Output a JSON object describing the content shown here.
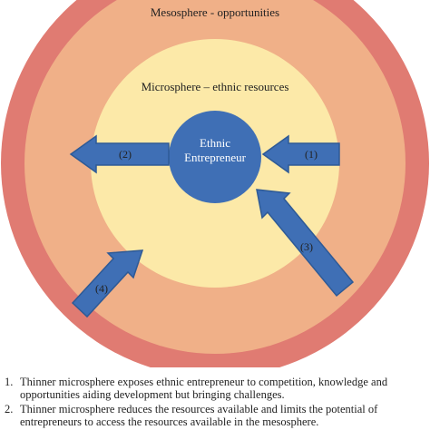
{
  "diagram": {
    "mesosphere_label": "Mesosphere - opportunities",
    "microsphere_label": "Microsphere – ethnic resources",
    "core_line1": "Ethnic",
    "core_line2": "Entrepreneur",
    "colors": {
      "outer_ring": "#e07b72",
      "mesosphere": "#f0b088",
      "microsphere": "#fce9a8",
      "core": "#3f6fb5",
      "arrow": "#3f6fb5",
      "arrow_stroke": "#2e5a96"
    },
    "arrows": [
      {
        "label": "(1)",
        "direction": "left"
      },
      {
        "label": "(2)",
        "direction": "left"
      },
      {
        "label": "(3)",
        "direction": "up-left"
      },
      {
        "label": "(4)",
        "direction": "up-right"
      }
    ]
  },
  "notes": [
    {
      "num": "1.",
      "text": "Thinner microsphere exposes ethnic entrepreneur to competition, knowledge and opportunities aiding development but bringing challenges."
    },
    {
      "num": "2.",
      "text": "Thinner microsphere reduces the resources available and limits the potential of entrepreneurs to access the resources available in the mesosphere."
    }
  ]
}
